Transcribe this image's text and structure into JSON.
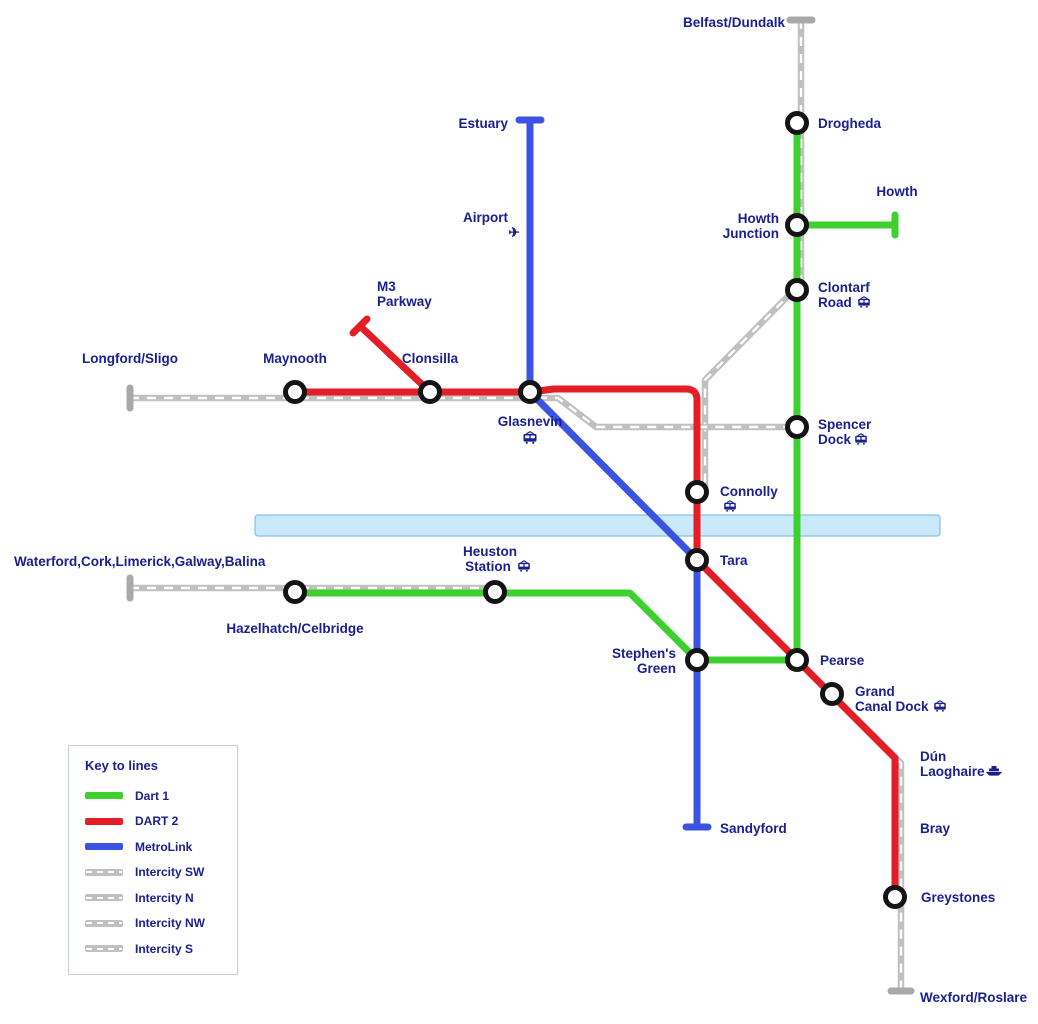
{
  "colors": {
    "dart1_green": "#3ed02e",
    "dart2_red": "#e41e26",
    "metrolink_blue": "#3a53e3",
    "intercity_gray": "#c0c0c0",
    "label_navy": "#1a2090",
    "river_blue": "#c9e8f9"
  },
  "legend": {
    "title": "Key to lines",
    "entries": [
      {
        "label": "Dart 1",
        "color": "#3ed02e",
        "style": "solid"
      },
      {
        "label": "DART 2",
        "color": "#e41e26",
        "style": "solid"
      },
      {
        "label": "MetroLink",
        "color": "#3a53e3",
        "style": "solid"
      },
      {
        "label": "Intercity SW",
        "color": "#c0c0c0",
        "style": "dashed"
      },
      {
        "label": "Intercity N",
        "color": "#c0c0c0",
        "style": "dashed"
      },
      {
        "label": "Intercity NW",
        "color": "#c0c0c0",
        "style": "dashed"
      },
      {
        "label": "Intercity S",
        "color": "#c0c0c0",
        "style": "dashed"
      }
    ]
  },
  "stations": {
    "belfast_dundalk": "Belfast/Dundalk",
    "drogheda": "Drogheda",
    "howth": "Howth",
    "howth_junction": [
      "Howth",
      "Junction"
    ],
    "clontarf_road": [
      "Clontarf",
      "Road"
    ],
    "m3_parkway": [
      "M3",
      "Parkway"
    ],
    "longford_sligo": "Longford/Sligo",
    "maynooth": "Maynooth",
    "clonsilla": "Clonsilla",
    "estuary": "Estuary",
    "airport": "Airport",
    "glasnevin": "Glasnevin",
    "spencer_dock": [
      "Spencer",
      "Dock"
    ],
    "connolly": "Connolly",
    "tara": "Tara",
    "waterford_group": "Waterford,Cork,Limerick,Galway,Balina",
    "heuston_station": [
      "Heuston",
      "Station"
    ],
    "hazelhatch_celbridge": "Hazelhatch/Celbridge",
    "stephens_green": [
      "Stephen's",
      "Green"
    ],
    "pearse": "Pearse",
    "grand_canal_dock": [
      "Grand",
      "Canal Dock"
    ],
    "dun_laoghaire": [
      "Dún",
      "Laoghaire"
    ],
    "sandyford": "Sandyford",
    "bray": "Bray",
    "greystones": "Greystones",
    "wexford_roslare": "Wexford/Roslare"
  },
  "icons": {
    "plane_glyph": "✈",
    "train": "suburban-rail-icon",
    "ferry": "ferry-icon"
  }
}
